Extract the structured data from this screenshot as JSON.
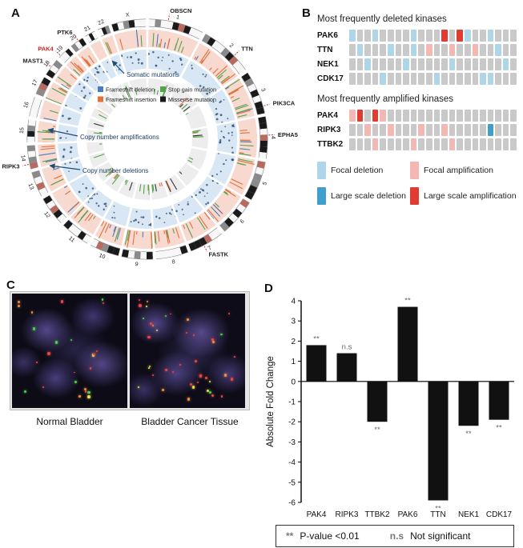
{
  "figure": {
    "panel_a": {
      "label": "A",
      "legend": [
        {
          "label": "Frameshift deletion",
          "color": "#4a7ebb"
        },
        {
          "label": "Frameshift insertion",
          "color": "#e2713a"
        },
        {
          "label": "Stop gain mutation",
          "color": "#57a14d"
        },
        {
          "label": "Missense mutation",
          "color": "#1a1a1a"
        }
      ],
      "annotations": [
        "Somatic mutations",
        "Copy number amplifications",
        "Copy number deletions"
      ],
      "chromosomes": [
        "1",
        "2",
        "3",
        "4",
        "5",
        "6",
        "7",
        "8",
        "9",
        "10",
        "11",
        "12",
        "13",
        "14",
        "15",
        "16",
        "17",
        "18",
        "19",
        "20",
        "21",
        "22",
        "X"
      ],
      "gene_labels": [
        {
          "name": "OBSCN",
          "angle": 10,
          "color": "#222222"
        },
        {
          "name": "TTN",
          "angle": 46,
          "color": "#222222"
        },
        {
          "name": "PIK3CA",
          "angle": 74,
          "color": "#222222"
        },
        {
          "name": "EPHA5",
          "angle": 88,
          "color": "#222222"
        },
        {
          "name": "FASTK",
          "angle": 152,
          "color": "#222222"
        },
        {
          "name": "RIPK3",
          "angle": 258,
          "color": "#222222"
        },
        {
          "name": "MAST1",
          "angle": 307,
          "color": "#222222"
        },
        {
          "name": "PAK4",
          "angle": 314,
          "color": "#cc2222"
        },
        {
          "name": "PTK6",
          "angle": 325,
          "color": "#222222"
        }
      ],
      "ring_colors": {
        "cnv_ring": "#f7d9d0",
        "mutation_ring": "#d8e7f3",
        "inner_ring": "#ededed"
      }
    },
    "panel_b": {
      "label": "B",
      "deleted_title": "Most frequently deleted kinases",
      "amplified_title": "Most frequently amplified kinases",
      "cell_colors": {
        "g": "#c9c9c9",
        "fd": "#aed6e8",
        "ld": "#3f9ecc",
        "fa": "#f4b8b4",
        "la": "#e03c31"
      },
      "deleted_rows": [
        {
          "gene": "PAK6",
          "cells": [
            "fd",
            "g",
            "g",
            "fd",
            "g",
            "g",
            "g",
            "g",
            "fd",
            "g",
            "g",
            "g",
            "la",
            "g",
            "la",
            "fd",
            "g",
            "g",
            "fd",
            "g",
            "g",
            "g"
          ]
        },
        {
          "gene": "TTN",
          "cells": [
            "g",
            "fd",
            "g",
            "g",
            "g",
            "fd",
            "g",
            "g",
            "fd",
            "g",
            "fa",
            "g",
            "g",
            "fa",
            "g",
            "g",
            "fa",
            "g",
            "g",
            "fd",
            "g",
            "g"
          ]
        },
        {
          "gene": "NEK1",
          "cells": [
            "g",
            "g",
            "fd",
            "g",
            "g",
            "g",
            "g",
            "fd",
            "g",
            "g",
            "g",
            "g",
            "g",
            "fd",
            "g",
            "g",
            "g",
            "g",
            "g",
            "g",
            "fd",
            "g"
          ]
        },
        {
          "gene": "CDK17",
          "cells": [
            "g",
            "g",
            "g",
            "g",
            "fd",
            "g",
            "g",
            "g",
            "g",
            "g",
            "g",
            "fd",
            "g",
            "g",
            "g",
            "g",
            "g",
            "fd",
            "fd",
            "g",
            "g",
            "g"
          ]
        }
      ],
      "amplified_rows": [
        {
          "gene": "PAK4",
          "cells": [
            "fa",
            "la",
            "g",
            "la",
            "fa",
            "g",
            "g",
            "g",
            "g",
            "g",
            "g",
            "g",
            "g",
            "g",
            "g",
            "g",
            "g",
            "g",
            "g",
            "g",
            "g",
            "g"
          ]
        },
        {
          "gene": "RIPK3",
          "cells": [
            "g",
            "g",
            "fa",
            "g",
            "g",
            "fa",
            "g",
            "g",
            "g",
            "fa",
            "g",
            "g",
            "fa",
            "g",
            "g",
            "g",
            "g",
            "g",
            "ld",
            "g",
            "g",
            "g"
          ]
        },
        {
          "gene": "TTBK2",
          "cells": [
            "g",
            "g",
            "g",
            "fa",
            "g",
            "g",
            "g",
            "g",
            "fa",
            "g",
            "g",
            "g",
            "g",
            "fa",
            "g",
            "g",
            "g",
            "g",
            "g",
            "g",
            "g",
            "g"
          ]
        }
      ],
      "legend": [
        {
          "label": "Focal deletion",
          "code": "fd"
        },
        {
          "label": "Large scale deletion",
          "code": "ld"
        },
        {
          "label": "Focal amplification",
          "code": "fa"
        },
        {
          "label": "Large scale amplification",
          "code": "la"
        }
      ]
    },
    "panel_c": {
      "label": "C",
      "captions": [
        "Normal Bladder",
        "Bladder Cancer Tissue"
      ]
    },
    "panel_d": {
      "label": "D",
      "chart_data": {
        "type": "bar",
        "categories": [
          "PAK4",
          "RIPK3",
          "TTBK2",
          "PAK6",
          "TTN",
          "NEK1",
          "CDK17"
        ],
        "values": [
          1.8,
          1.4,
          -2.0,
          3.7,
          -5.9,
          -2.2,
          -1.9
        ],
        "significance": [
          "**",
          "n.s",
          "**",
          "**",
          "**",
          "**",
          "**"
        ],
        "title": "",
        "xlabel": "",
        "ylabel": "Absolute Fold Change",
        "ylim": [
          -6,
          4
        ],
        "bar_color": "#111111",
        "grid": false,
        "legend_position": "bottom"
      },
      "legend": {
        "sig_symbol": "**",
        "sig_label": "P-value <0.01",
        "ns_symbol": "n.s",
        "ns_label": "Not significant"
      }
    }
  }
}
